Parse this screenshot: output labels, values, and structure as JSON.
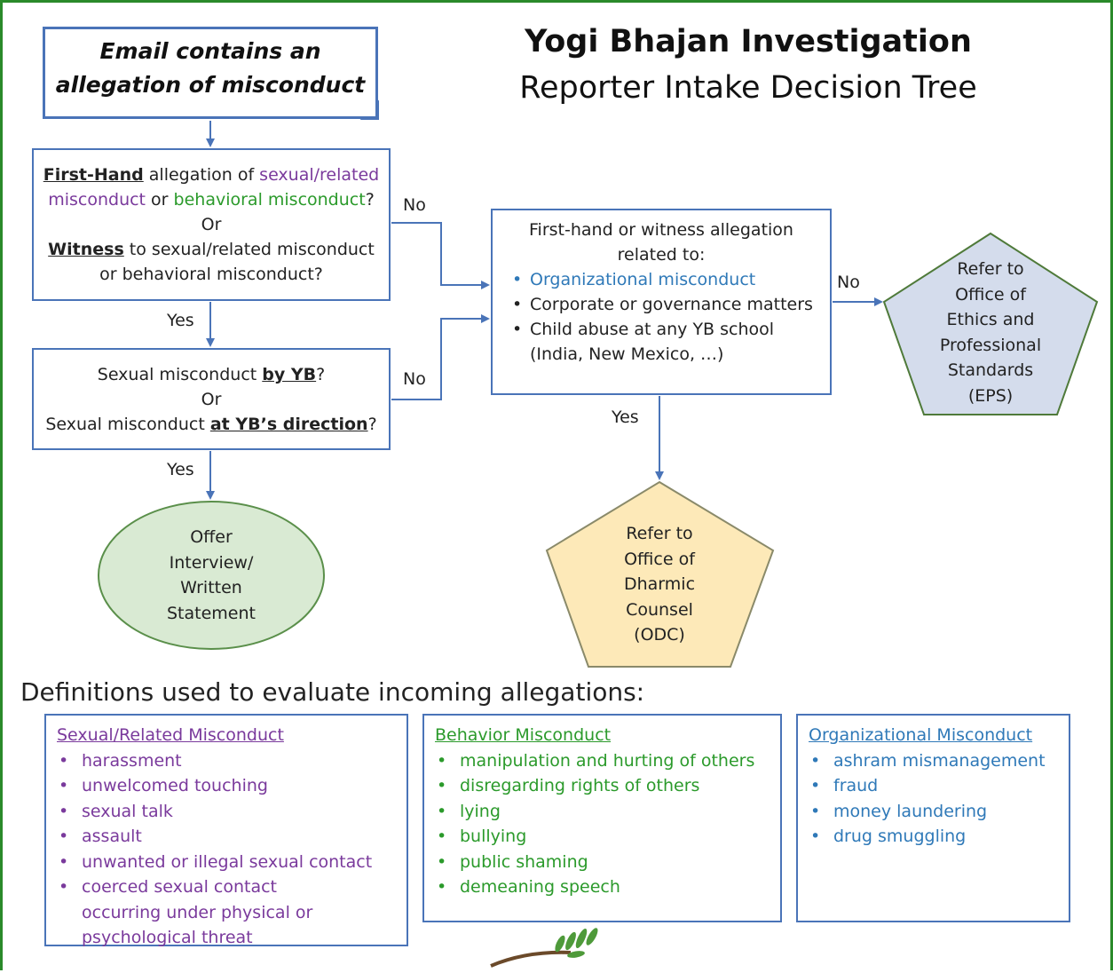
{
  "title": {
    "line1": "Yogi Bhajan Investigation",
    "line2": "Reporter Intake Decision Tree"
  },
  "start_node": {
    "line1": "Email contains an",
    "line2": "allegation of misconduct"
  },
  "question1": {
    "first_hand": "First-Hand",
    "allegation_of": " allegation of ",
    "sexual_related": "sexual/related misconduct",
    "or_word": " or ",
    "behavioral": "behavioral misconduct",
    "q_mark": "?",
    "or_line": "Or",
    "witness": "Witness",
    "witness_rest": " to sexual/related misconduct or behavioral misconduct?"
  },
  "question2": {
    "part1": "Sexual misconduct ",
    "by_yb": "by YB",
    "q_mark": "?",
    "or_line": "Or",
    "part2": "Sexual misconduct ",
    "at_direction": "at YB’s direction",
    "q_mark2": "?"
  },
  "question3": {
    "heading": "First-hand or witness allegation related to:",
    "items": [
      "Organizational misconduct",
      "Corporate or governance matters",
      "Child abuse at any YB school (India, New Mexico, …)"
    ]
  },
  "edge_labels": {
    "q1_no": "No",
    "q1_yes": "Yes",
    "q2_no": "No",
    "q2_yes": "Yes",
    "q3_no": "No",
    "q3_yes": "Yes"
  },
  "outcomes": {
    "interview": [
      "Offer",
      "Interview/",
      "Written",
      "Statement"
    ],
    "odc": [
      "Refer to",
      "Office of",
      "Dharmic",
      "Counsel",
      "(ODC)"
    ],
    "eps": [
      "Refer to",
      "Office of",
      "Ethics and",
      "Professional",
      "Standards",
      "(EPS)"
    ]
  },
  "definitions": {
    "heading": "Definitions used to evaluate incoming allegations:",
    "sexual": {
      "title": "Sexual/Related Misconduct",
      "items": [
        "harassment",
        "unwelcomed touching",
        "sexual talk",
        "assault",
        "unwanted or illegal sexual contact",
        "coerced sexual contact occurring under physical or psychological threat"
      ]
    },
    "behavior": {
      "title": "Behavior Misconduct",
      "items": [
        "manipulation and hurting of others",
        "disregarding rights of others",
        "lying",
        "bullying",
        "public shaming",
        "demeaning speech"
      ]
    },
    "organizational": {
      "title": "Organizational Misconduct",
      "items": [
        "ashram mismanagement",
        "fraud",
        "money laundering",
        "drug smuggling"
      ]
    }
  },
  "colors": {
    "frame": "#2a8a2a",
    "box_border": "#4a74b8",
    "connector": "#4a74b8",
    "sexual_text": "#7a3a9c",
    "behavior_text": "#2b9a2b",
    "organizational_text": "#2f79b8",
    "interview_fill": "#d9ead3",
    "odc_fill": "#fde9b8",
    "eps_fill": "#d4dcec"
  },
  "icons": {
    "decoration": "olive-branch-icon"
  }
}
